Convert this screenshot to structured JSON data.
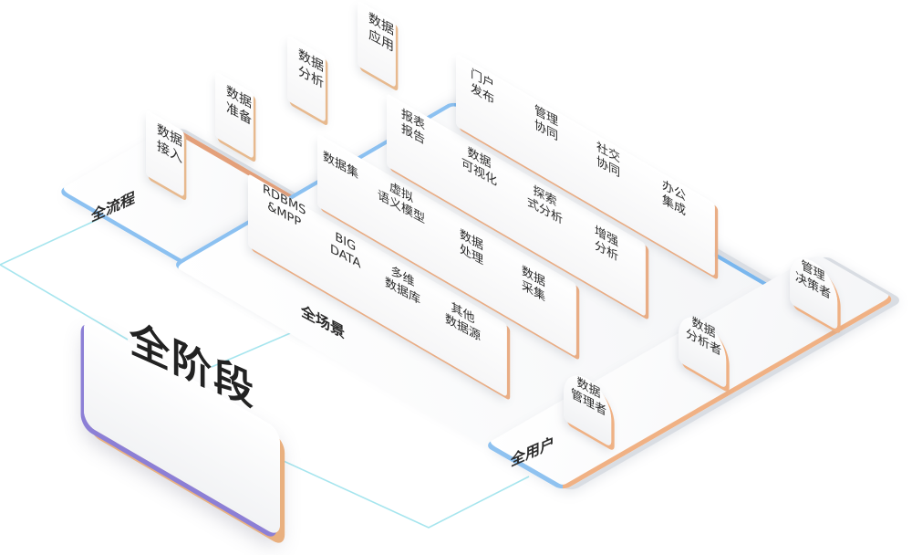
{
  "hub": {
    "title": "全阶段"
  },
  "flow": {
    "title": "全流程",
    "steps": [
      "数据\n接入",
      "数据\n准备",
      "数据\n分析",
      "数据\n应用"
    ]
  },
  "scenario": {
    "title": "全场景",
    "rows": [
      {
        "items": [
          "RDBMS\n&MPP",
          "BIG\nDATA",
          "多维\n数据库",
          "其他\n数据源"
        ]
      },
      {
        "items": [
          "数据集",
          "虚拟\n语义模型",
          "数据\n处理",
          "数据\n采集"
        ]
      },
      {
        "items": [
          "报表\n报告",
          "数据\n可视化",
          "探索\n式分析",
          "增强\n分析"
        ]
      },
      {
        "items": [
          "门户\n发布",
          "管理\n协同",
          "社交\n协同",
          "办公\n集成"
        ]
      }
    ]
  },
  "users": {
    "title": "全用户",
    "roles": [
      "数据\n管理者",
      "数据\n分析者",
      "管理\n决策者"
    ]
  },
  "colors": {
    "blue_edge": "#7ab7ee",
    "orange_edge": "#e4a07a",
    "purple_edge": "#8c7fd6",
    "connector": "#9fe6ef"
  }
}
